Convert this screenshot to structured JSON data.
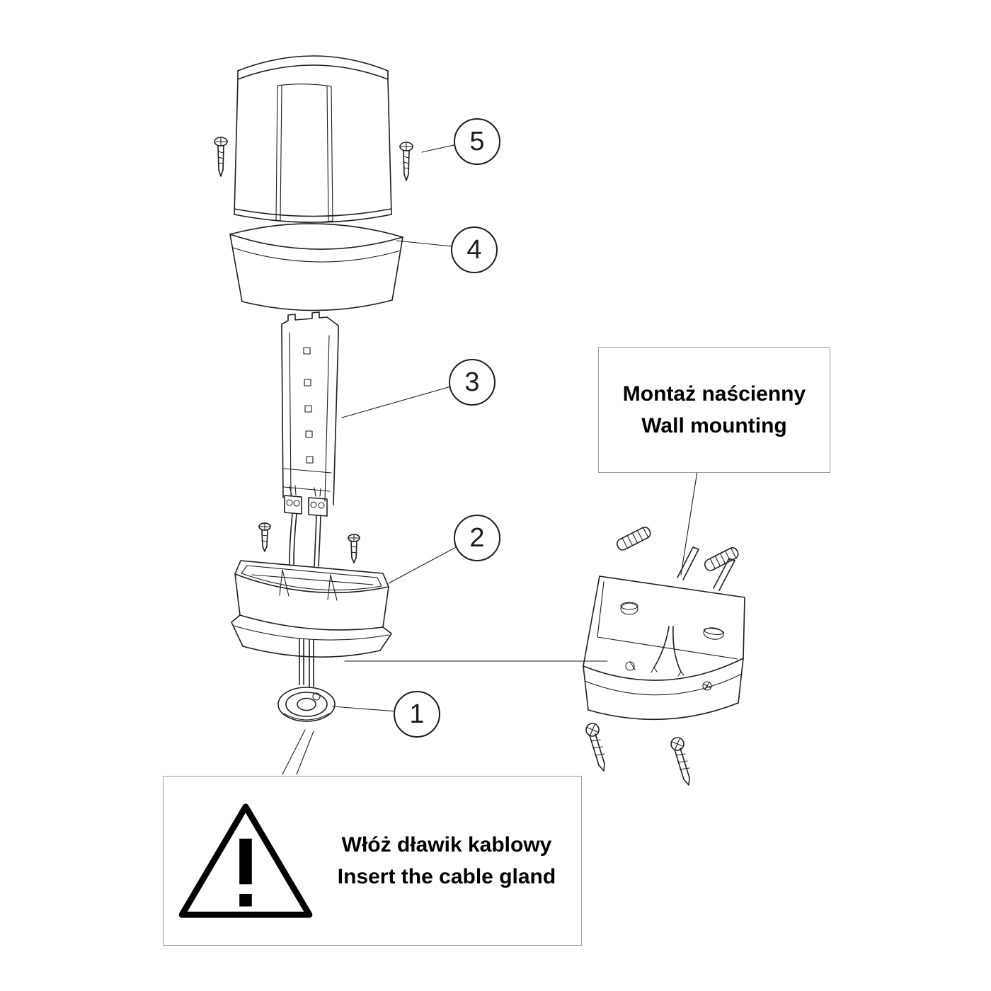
{
  "diagram": {
    "background": "#ffffff",
    "line_color": "#1d1d1b",
    "note_border_color": "#9b9b9b"
  },
  "callouts": {
    "c1": "1",
    "c2": "2",
    "c3": "3",
    "c4": "4",
    "c5": "5"
  },
  "notes": {
    "wall_mounting": {
      "pl": "Montaż naścienny",
      "en": "Wall mounting"
    },
    "cable_gland": {
      "pl": "Włóż dławik kablowy",
      "en": "Insert the cable gland",
      "icon": "warning-triangle"
    }
  }
}
